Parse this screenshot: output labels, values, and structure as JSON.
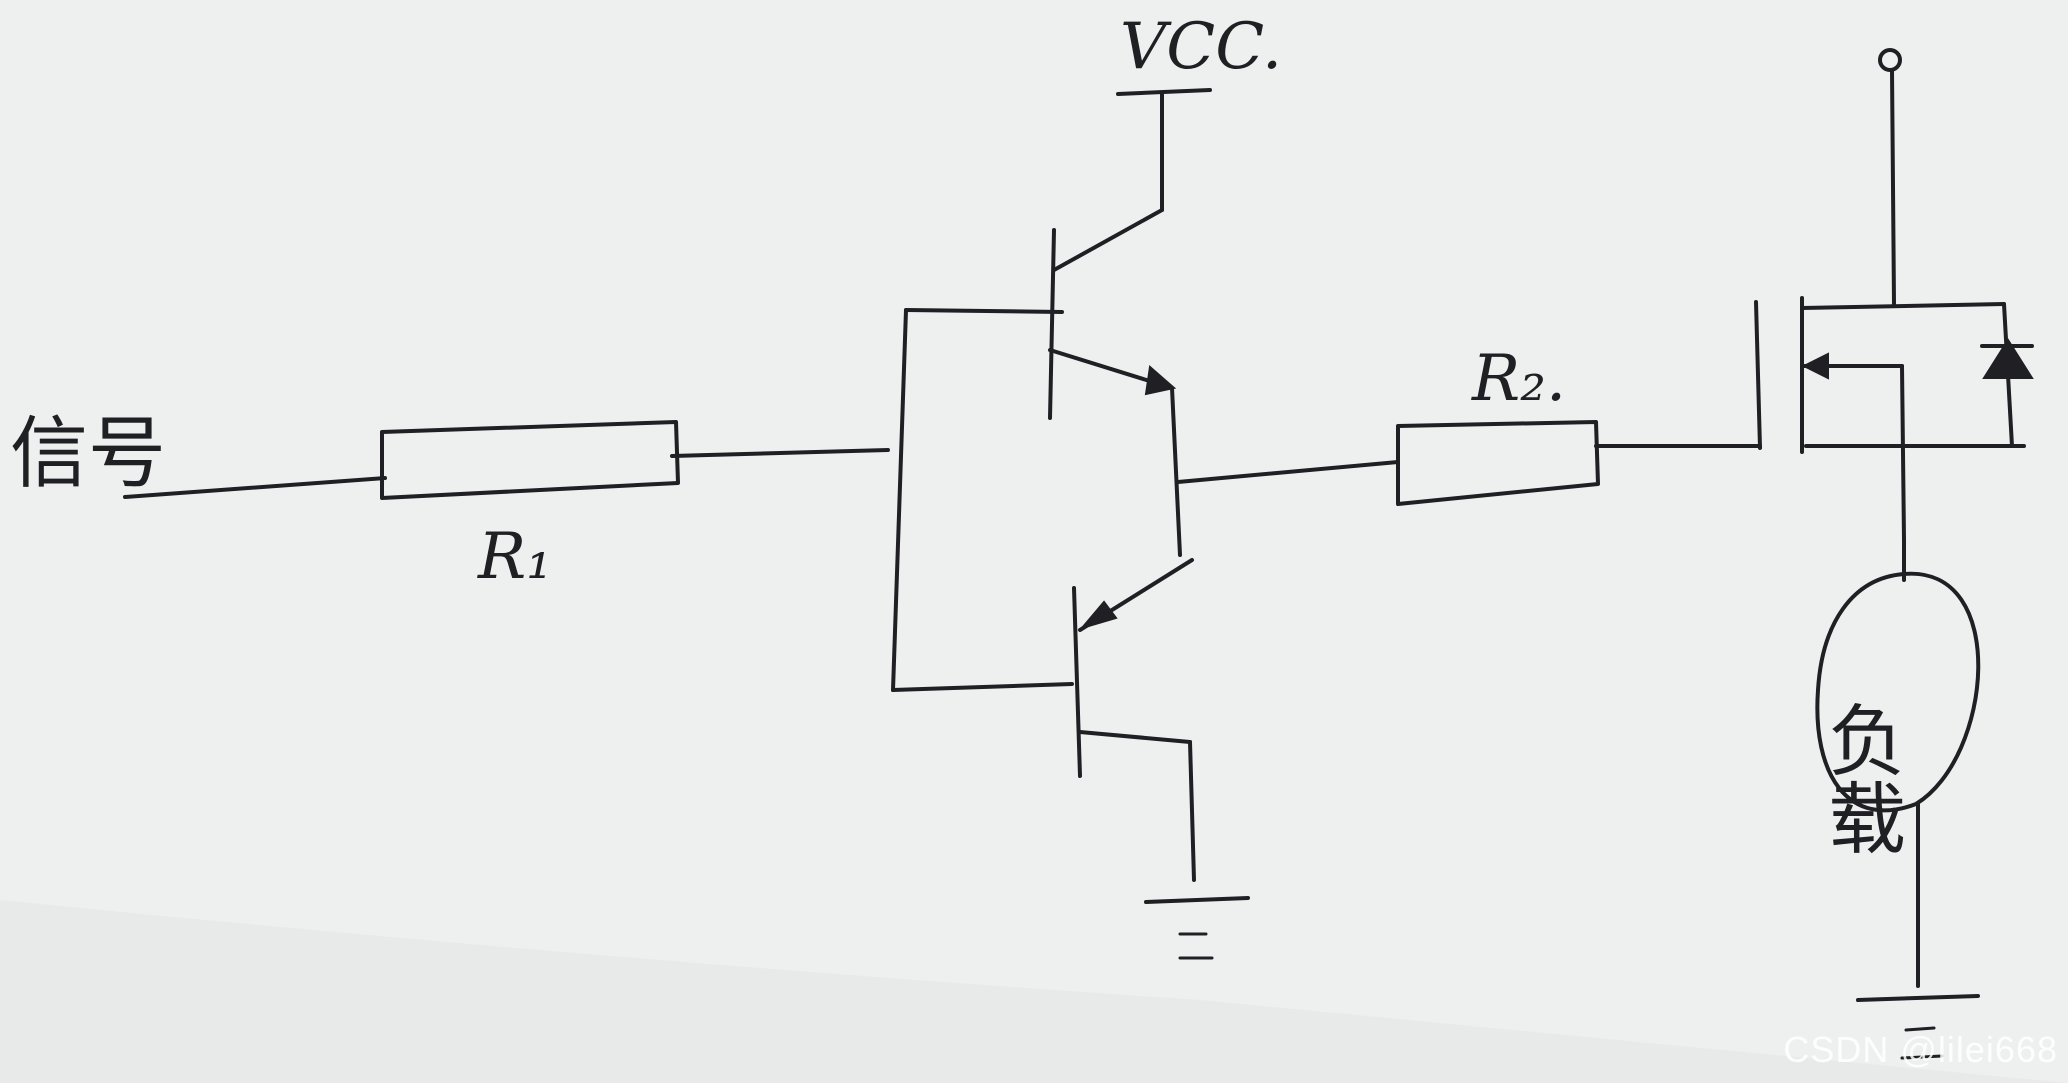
{
  "diagram": {
    "labels": {
      "input": "信号",
      "r1": "R₁",
      "r2": "R₂.",
      "vcc": "VCC.",
      "load": "负载"
    }
  },
  "watermark": "CSDN @lilei668"
}
